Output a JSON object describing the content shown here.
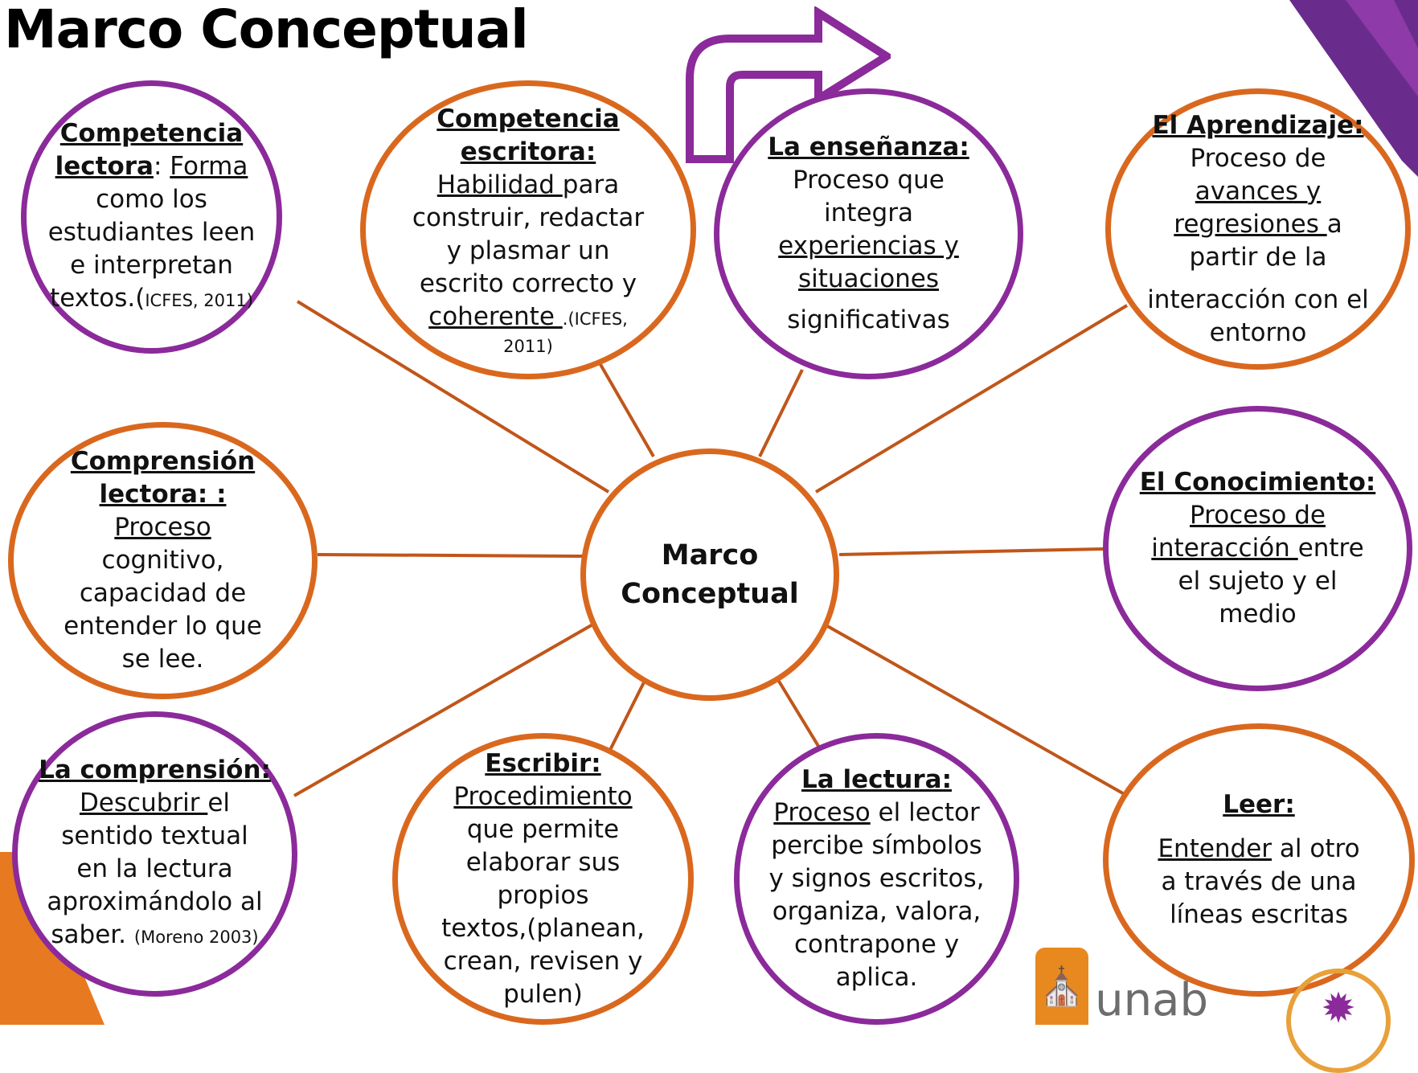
{
  "title": "Marco Conceptual",
  "colors": {
    "purple": "#8b2a9a",
    "orange": "#d9681e",
    "connector": "#c0561a"
  },
  "center": {
    "line1": "Marco",
    "line2": "Conceptual"
  },
  "arrow_icon": "curved-arrow-right-icon",
  "nodes": {
    "competencia_lectora": {
      "head1": "Competencia",
      "head2": "lectora",
      "colon": ": ",
      "word": "Forma",
      "l3": "como los",
      "l4": "estudiantes leen",
      "l5": "e interpretan",
      "l6": "textos.(",
      "cite": "ICFES, 2011)"
    },
    "competencia_escritora": {
      "head1": "Competencia",
      "head2": "escritora:",
      "word": "Habilidad ",
      "l3b": "para",
      "l4": "construir, redactar",
      "l5": "y plasmar un",
      "l6": "escrito correcto y",
      "l7": "coherente ",
      "cite1": ".(ICFES,",
      "cite2": "2011)"
    },
    "ensenanza": {
      "head": "La enseñanza:",
      "l2": "Proceso que",
      "l3": "integra",
      "l4": "experiencias y",
      "l5": "situaciones",
      "l6": "significativas"
    },
    "aprendizaje": {
      "head": "El Aprendizaje:",
      "l2": "Proceso de",
      "l3": "avances y",
      "l4": "regresiones ",
      "l4b": "a",
      "l5": "partir de la",
      "l6": "interacción con el",
      "l7": "entorno"
    },
    "comprension_lectora": {
      "head1": "Comprensión",
      "head2": "lectora:  :",
      "l3": "Proceso",
      "l4": "cognitivo,",
      "l5": "capacidad de",
      "l6": "entender lo que",
      "l7": "se lee."
    },
    "conocimiento": {
      "head": "El Conocimiento:",
      "l2": "Proceso de",
      "l3": "interacción ",
      "l3b": "entre",
      "l4": "el sujeto y el",
      "l5": "medio"
    },
    "comprension": {
      "head": "La comprensión:",
      "l2": "Descubrir ",
      "l2b": "el",
      "l3": "sentido textual",
      "l4": "en la lectura",
      "l5": "aproximándolo al",
      "l6": "saber. ",
      "cite": "(Moreno 2003)"
    },
    "escribir": {
      "head": "Escribir:",
      "l2": "Procedimiento",
      "l3": "que permite",
      "l4": "elaborar sus",
      "l5": "propios",
      "l6": "textos,(planean,",
      "l7": "crean, revisen y",
      "l8": "pulen)"
    },
    "lectura": {
      "head": "La lectura:",
      "l2": "Proceso",
      "l2b": " el  lector",
      "l3": "percibe símbolos",
      "l4": "y signos escritos,",
      "l5": "organiza, valora,",
      "l6": "contrapone y",
      "l7": "aplica."
    },
    "leer": {
      "head": "Leer:",
      "l2": "Entender",
      "l2b": "  al otro",
      "l3": "a través de una",
      "l4": "líneas escritas"
    }
  },
  "logos": {
    "unab_text": "unab"
  }
}
